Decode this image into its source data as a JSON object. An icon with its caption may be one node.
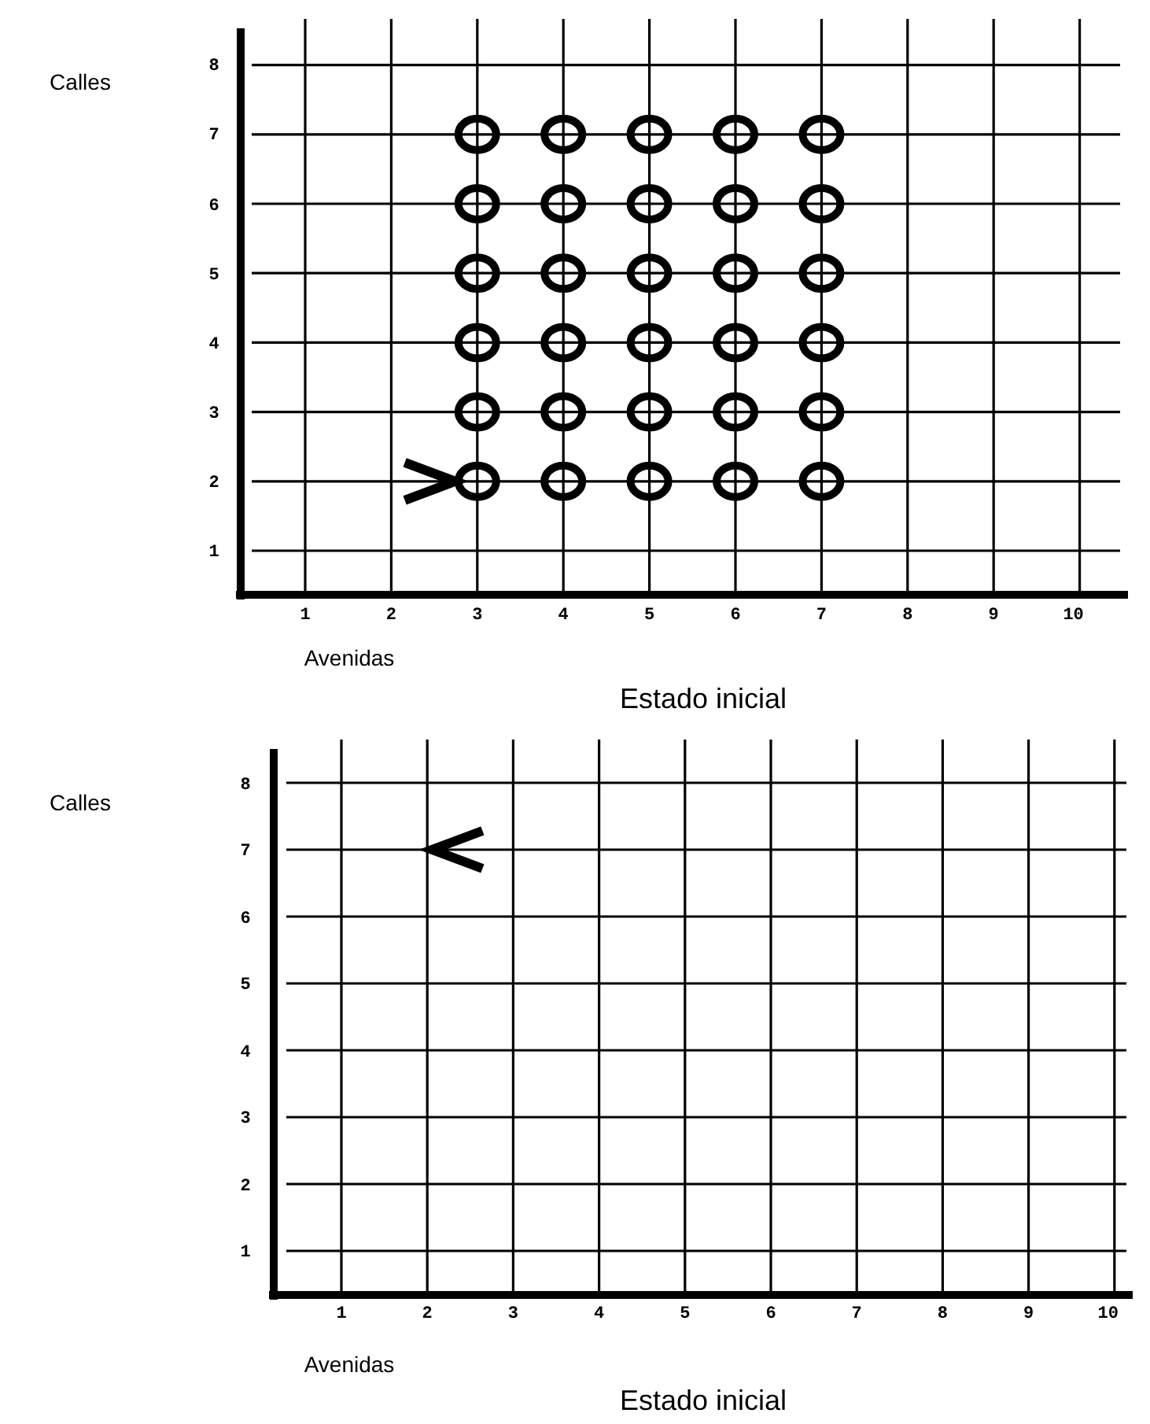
{
  "diagram": {
    "labels": [
      "Calles",
      "8",
      "7",
      "6",
      "5",
      "4",
      "3",
      "2",
      "1",
      "1",
      "2",
      "3",
      "4",
      "5",
      "6",
      "7",
      "8",
      "9",
      "10",
      "Avenidas",
      "Estado inicial",
      "Calles",
      "8",
      "7",
      "6",
      "5",
      "4",
      "3",
      "2",
      "1",
      "1",
      "2",
      "3",
      "4",
      "5",
      "6",
      "7",
      "8",
      "9",
      "10",
      "Avenidas",
      "Estado inicial"
    ]
  }
}
